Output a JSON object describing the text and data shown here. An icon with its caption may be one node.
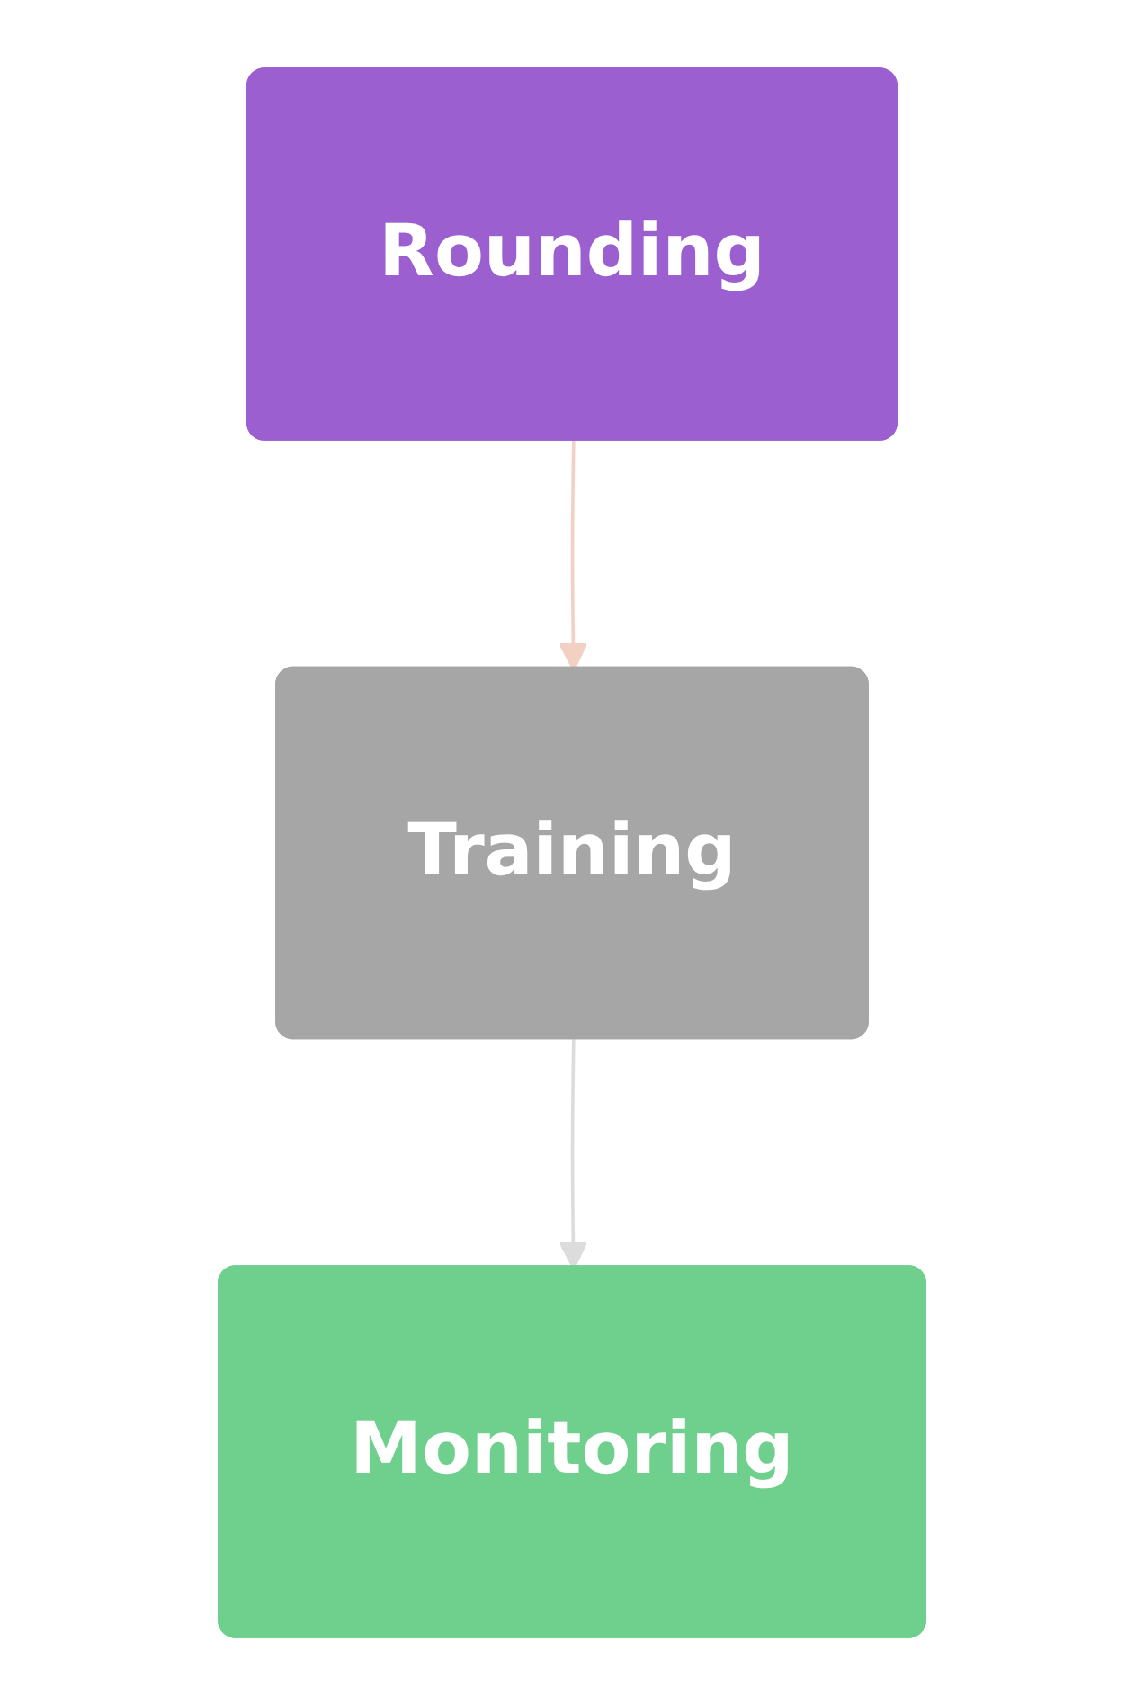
{
  "diagram": {
    "nodes": [
      {
        "text": [
          "Rounding"
        ]
      },
      {
        "text": [
          "Training"
        ]
      },
      {
        "text": [
          "Monitoring"
        ]
      }
    ],
    "edges": [
      {
        "from": 0,
        "to": 1,
        "arrow": "to",
        "color": "#f4cfc4"
      },
      {
        "from": 1,
        "to": 2,
        "arrow": "to",
        "color": "#dcdcdc"
      }
    ]
  }
}
